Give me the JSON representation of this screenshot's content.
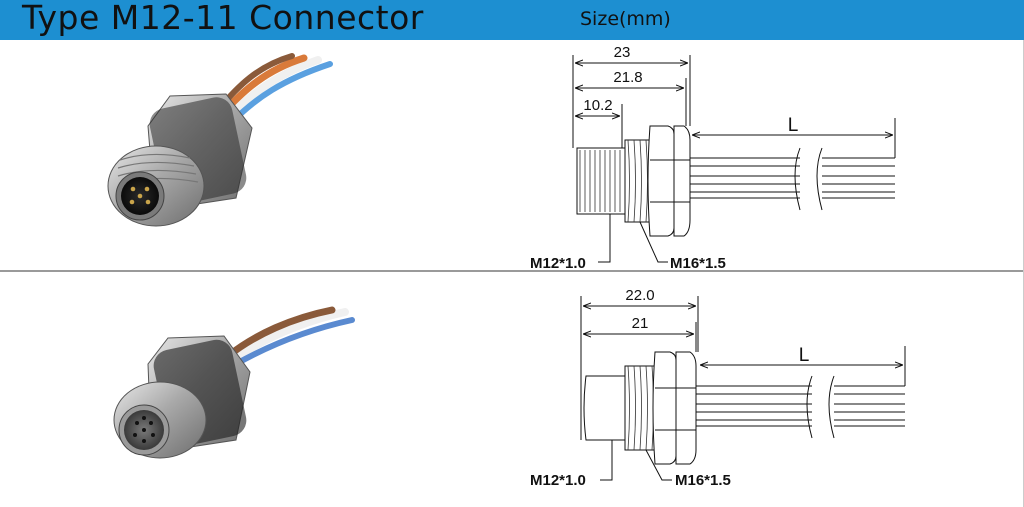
{
  "header": {
    "title": "Type M12-11 Connector",
    "size_label": "Size(mm)",
    "background_color": "#1d8fd1"
  },
  "variants": [
    {
      "name": "male",
      "dimensions": {
        "overall": "23",
        "body": "21.8",
        "thread": "10.2",
        "cable_length": "L"
      },
      "threads": {
        "front": "M12*1.0",
        "panel": "M16*1.5"
      },
      "wire_colors": [
        "#d97a3a",
        "#8a5a3a",
        "#5aa0e0",
        "#f0f0f0"
      ]
    },
    {
      "name": "female",
      "dimensions": {
        "overall": "22.0",
        "body": "21",
        "cable_length": "L"
      },
      "threads": {
        "front": "M12*1.0",
        "panel": "M16*1.5"
      },
      "wire_colors": [
        "#8a5a3a",
        "#5a8ad0",
        "#f0f0f0",
        "#6aa0e0"
      ]
    }
  ]
}
